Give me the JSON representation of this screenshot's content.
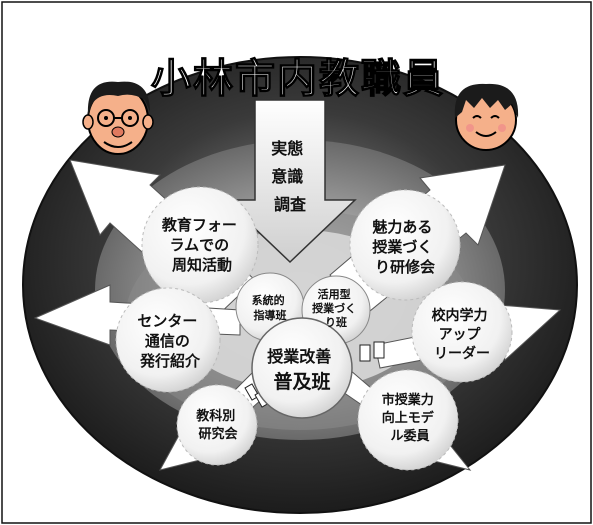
{
  "title": "小林市内教職員",
  "survey": {
    "lines": [
      "実態",
      "意識",
      "調査"
    ]
  },
  "center": {
    "lines": [
      "授業改善",
      "普及班"
    ]
  },
  "inner_teams": [
    {
      "id": "systematic",
      "lines": [
        "系統的",
        "指導班"
      ]
    },
    {
      "id": "utilization",
      "lines": [
        "活用型",
        "授業づく",
        "り班"
      ]
    }
  ],
  "outer_nodes": [
    {
      "id": "forum",
      "lines": [
        "教育フォー",
        "ラムでの",
        "周知活動"
      ]
    },
    {
      "id": "charm",
      "lines": [
        "魅力ある",
        "授業づく",
        "り研修会"
      ]
    },
    {
      "id": "center-newsletter",
      "lines": [
        "センター",
        "通信の",
        "発行紹介"
      ]
    },
    {
      "id": "school-leader",
      "lines": [
        "校内学力",
        "アップ",
        "リーダー"
      ]
    },
    {
      "id": "subject-study",
      "lines": [
        "教科別",
        "研究会"
      ]
    },
    {
      "id": "city-committee",
      "lines": [
        "市授業力",
        "向上モデ",
        "ル委員"
      ]
    }
  ],
  "colors": {
    "outer_ring": "#2a2a2a",
    "mid_ring": "#6d6d6d",
    "light_ring": "#c8c8c8",
    "core": "#f2f2f2",
    "arrow_fill": "#ffffff",
    "text": "#111111",
    "skin": "#f5b08a",
    "hair": "#1b1b1b"
  },
  "icons": [
    "smiling-man-with-glasses-icon",
    "smiling-child-icon"
  ]
}
